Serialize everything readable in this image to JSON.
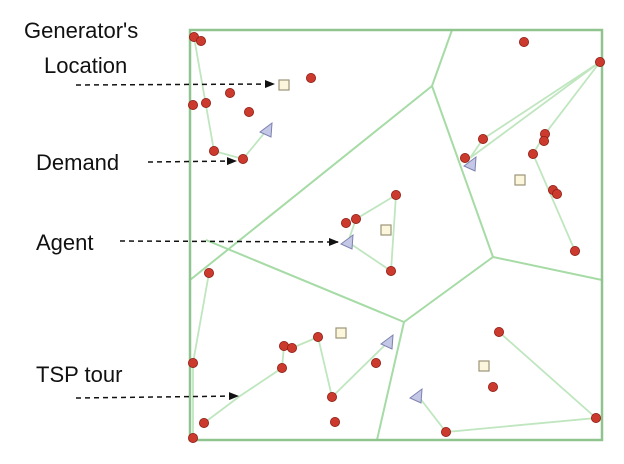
{
  "labels": {
    "generator_line1": "Generator's",
    "generator_line2": "Location",
    "demand": "Demand",
    "agent": "Agent",
    "tsp_tour": "TSP tour"
  },
  "colors": {
    "border": "#8fc48f",
    "voronoi": "#a6dba6",
    "tour": "#bfe6bf",
    "demand_fill": "#cc3a2e",
    "demand_stroke": "#8a1d14",
    "agent_fill": "#c4c8e6",
    "agent_stroke": "#7d82b0",
    "generator_fill": "#fbf6dc",
    "generator_stroke": "#9b9478",
    "arrow": "#111111"
  },
  "legend_items": [
    "generator",
    "demand",
    "agent",
    "tsp-tour"
  ]
}
